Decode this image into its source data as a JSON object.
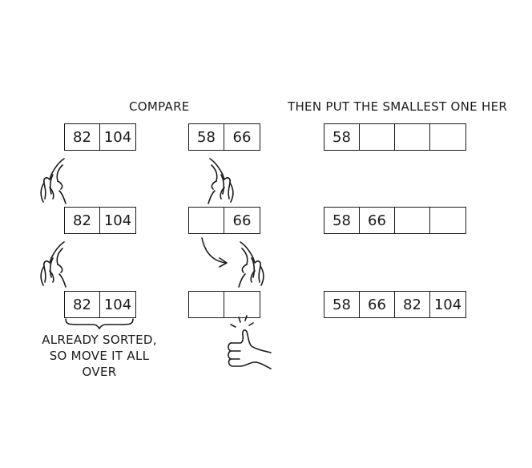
{
  "headers": {
    "compare": "COMPARE",
    "then_put": "THEN PUT THE SMALLEST ONE HER"
  },
  "rows": [
    {
      "left": [
        "82",
        "104"
      ],
      "middle": [
        "58",
        "66"
      ],
      "result": [
        "58",
        "",
        "",
        ""
      ]
    },
    {
      "left": [
        "82",
        "104"
      ],
      "middle": [
        "",
        "66"
      ],
      "result": [
        "58",
        "66",
        "",
        ""
      ]
    },
    {
      "left": [
        "82",
        "104"
      ],
      "middle": [
        "",
        ""
      ],
      "result": [
        "58",
        "66",
        "82",
        "104"
      ]
    }
  ],
  "note": {
    "line1": "ALREADY SORTED,",
    "line2": "SO MOVE IT ALL OVER"
  },
  "icons": [
    "pointing-hand-icon",
    "thumbs-up-icon",
    "curved-arrow-icon",
    "brace-icon"
  ]
}
